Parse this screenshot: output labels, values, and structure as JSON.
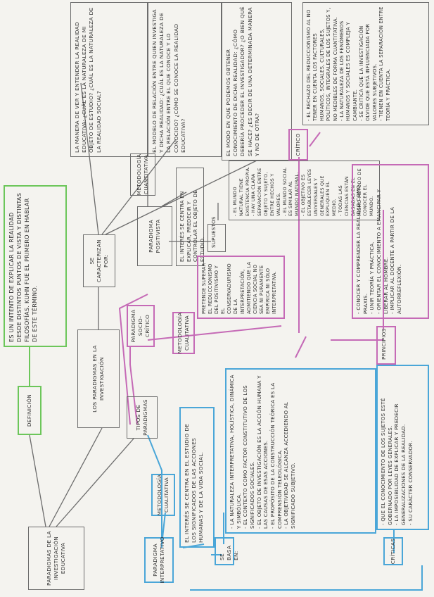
{
  "nodes": {
    "root": "Paradigmas de la investigación educativa",
    "definicion": "Definición",
    "def_text": "Es un intento de explicar la realidad desde distintos puntos de vista y distintas filosofías. Kuhn fue el primero en hablar de este término.",
    "paradigmas_inv": "Los paradigmas en la investigación",
    "caracterizan": "Se caracterizan por:",
    "car_1": "La manera de ver y entender la realidad educativa: ¿cuál es la naturaleza de mi objeto de estudio? ¿cuál es la naturaleza de la realidad social?",
    "car_2": "El modelo de relación entre quien investiga y dicha realidad: ¿cuál es la naturaleza de la relación entre el que conoce y lo conocido? ¿cómo se conoce la realidad educativa?",
    "car_3": "El modo en que podemos obtener conocimiento de dicha realidad: ¿cómo debería proceder el investigador? ¿o bien qué se hace? ¿es decir de una determinada manera y no de otra?",
    "tipos": "Tipos de paradigmas",
    "positivista": "Paradigma positivista",
    "met_cuant": "Metodología cuantitativa",
    "pos_text": "El interés se centra en explicar, predecir y controlar el objeto de estudio.",
    "supuestos_pos": "Supuestos",
    "sup_pos_text": "- El mundo natural tiene existencia propia.\n- Hay una clara separación entre objeto y sujeto, entre hechos y valores.\n- El mundo social es similar al mundo natural.\n- El objetivo es establecer leyes universales y generales que expliquen el medio.\n- Todas las ciencias están basadas en el mismo método de conocer el mundo.",
    "sociocritico": "Paradigma socio-crítico",
    "met_cual_sc": "Metodología cualitativa",
    "sc_text": "Pretende superar el reduccionismo del positivismo y el conservadurismo de la interpretación, admitiendo que la ciencia social no sea ni puramente empírica ni sólo interpretativa.",
    "critico": "Crítico",
    "critico_text": "- El rechazo del reduccionismo al no tener en cuenta los factores humanos, sociales, culturales, políticos, integrales de los sujetos y, no medibles de forma cuantitativa.\n- La naturaleza de los fenómenos humanos y sociales es compleja y cambiante.\n- Se critica que la investigación olvide que está influenciada por valores subjetivos.\n- Tienen en cuenta la separación entre teoría y práctica.",
    "principios": "Principios",
    "principios_text": "- Conocer y comprender la realidad como praxis.\n- Unir teoría y práctica.\n- Orientar el conocimiento a emancipar y liberar al hombre.\n- Implicar al docente a partir de la autorreflexión.",
    "interpretativo": "Paradigma interpretativo",
    "met_cual_int": "Metodología cualitativa",
    "int_text": "El interés se centra en el estudio de los significados de las acciones humanas y de la vida social.",
    "se_basa": "Se basa en:",
    "se_basa_text": "- La naturaleza interpretativa, holística, dinámica y simbólica.\n- El contexto como factor constitutivo de los significados sociales.\n- El objeto de investigación es la acción humana y las causas de esas acciones.\n- El propósito de la construcción teórica es la comprensión teleológica.\n- La objetividad se alcanza accediendo al significado subjetivo.",
    "criticas": "Críticas",
    "criticas_text": "- Que el conocimiento de los sujetos esté gobernado por leyes generales.\n- La imposibilidad de explicar y predecir generalizaciones de la realidad.\n- Su carácter conservador."
  },
  "colors": {
    "green": "#6cc65a",
    "blue": "#4aa6d8",
    "pink": "#c56ab6",
    "gray": "#6c6c6c"
  }
}
